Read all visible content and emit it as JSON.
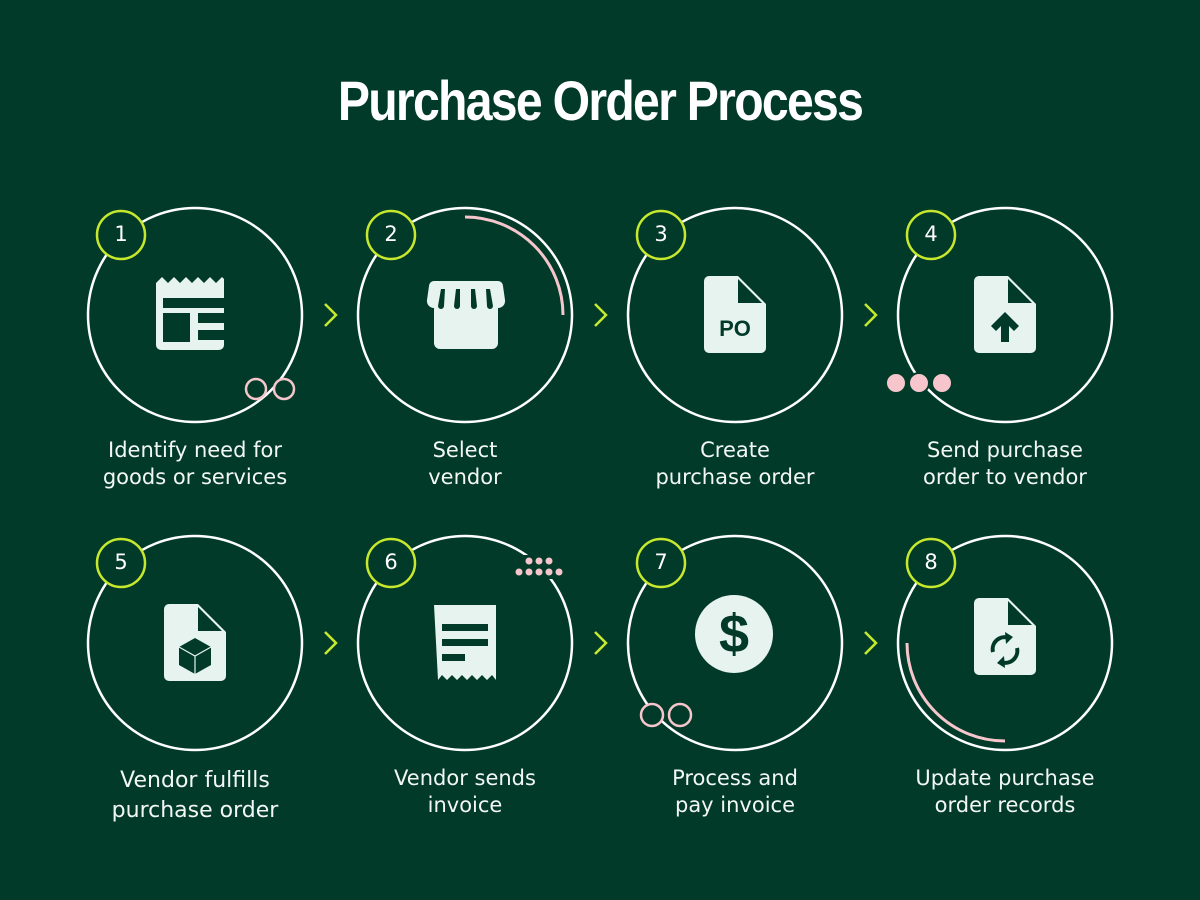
{
  "title": "Purchase Order Process",
  "colors": {
    "background": "#013a29",
    "ring": "#ffffff",
    "badge": "#c6e92d",
    "accent_pink": "#f6c6cc",
    "icon_fill": "#e6f3ef",
    "chevron": "#c6e92d"
  },
  "steps": [
    {
      "number": "1",
      "line1": "Identify need for",
      "line2": "goods or services",
      "icon": "newspaper-icon",
      "decoration": "two-pink-rings"
    },
    {
      "number": "2",
      "line1": "Select",
      "line2": "vendor",
      "icon": "storefront-icon",
      "decoration": "pink-arc"
    },
    {
      "number": "3",
      "line1": "Create",
      "line2": "purchase order",
      "icon": "po-document-icon",
      "decoration": "none"
    },
    {
      "number": "4",
      "line1": "Send purchase",
      "line2": "order to vendor",
      "icon": "document-upload-icon",
      "decoration": "three-pink-dots"
    },
    {
      "number": "5",
      "line1": "Vendor fulfills",
      "line2": "purchase order",
      "icon": "document-package-icon",
      "decoration": "none"
    },
    {
      "number": "6",
      "line1": "Vendor sends",
      "line2": "invoice",
      "icon": "receipt-icon",
      "decoration": "pink-dot-grid"
    },
    {
      "number": "7",
      "line1": "Process and",
      "line2": "pay invoice",
      "icon": "dollar-coin-icon",
      "decoration": "two-pink-rings"
    },
    {
      "number": "8",
      "line1": "Update purchase",
      "line2": "order records",
      "icon": "document-sync-icon",
      "decoration": "pink-arc"
    }
  ],
  "connectors": [
    "chevron-right",
    "chevron-right",
    "chevron-right",
    "chevron-right",
    "chevron-right",
    "chevron-right"
  ]
}
